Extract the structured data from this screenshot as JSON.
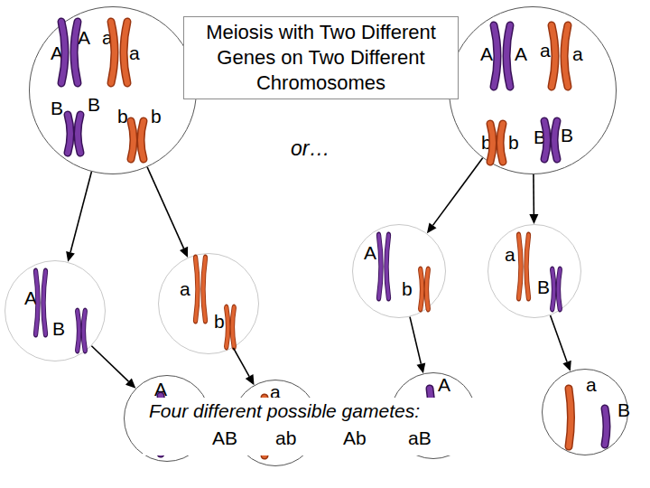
{
  "diagram": {
    "title": "Meiosis with Two Different Genes on Two Different Chromosomes",
    "caption": "Four different possible gametes:",
    "nodes": [
      {
        "text": [
          "A",
          "A",
          "a",
          "a",
          "B",
          "B",
          "b",
          "b"
        ]
      },
      {
        "text": [
          "A",
          "A",
          "a",
          "a",
          "b",
          "b",
          "B",
          "B"
        ]
      },
      {
        "text": [
          "A",
          "B"
        ]
      },
      {
        "text": [
          "a",
          "b"
        ]
      },
      {
        "text": [
          "A",
          "b"
        ]
      },
      {
        "text": [
          "a",
          "B"
        ]
      },
      {
        "text": [
          "A"
        ]
      },
      {
        "text": [
          "a"
        ]
      },
      {
        "text": [
          "A"
        ]
      },
      {
        "text": [
          "a",
          "B"
        ]
      }
    ],
    "edges": [
      {
        "from": 0,
        "to": 2,
        "arrow": "to"
      },
      {
        "from": 0,
        "to": 3,
        "arrow": "to"
      },
      {
        "from": 1,
        "to": 4,
        "arrow": "to"
      },
      {
        "from": 1,
        "to": 5,
        "arrow": "to"
      },
      {
        "from": 2,
        "to": 6,
        "arrow": "to"
      },
      {
        "from": 3,
        "to": 7,
        "arrow": "to"
      },
      {
        "from": 4,
        "to": 8,
        "arrow": "to"
      },
      {
        "from": 5,
        "to": 9,
        "arrow": "to"
      }
    ],
    "labels": [
      "or…",
      "AB",
      "ab",
      "Ab",
      "aB"
    ]
  }
}
